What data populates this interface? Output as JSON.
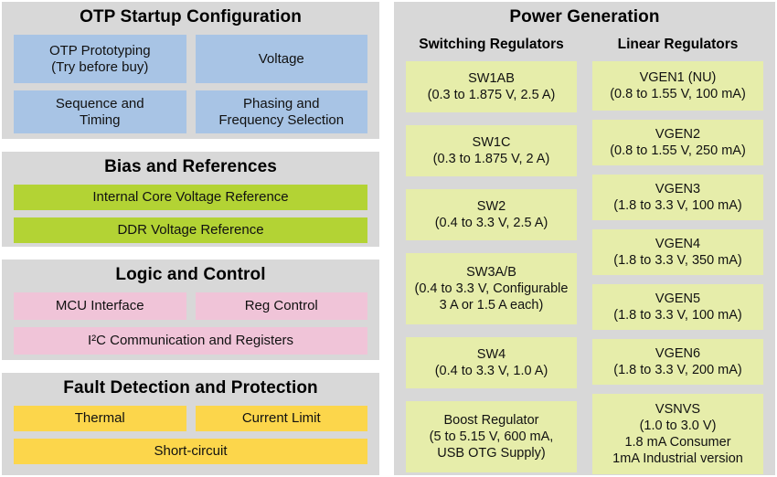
{
  "left_sections": [
    {
      "title": "OTP Startup Configuration",
      "boxes": [
        {
          "label": "OTP Prototyping\n(Try before buy)"
        },
        {
          "label": "Voltage"
        },
        {
          "label": "Sequence and\nTiming"
        },
        {
          "label": "Phasing and\nFrequency Selection"
        }
      ]
    },
    {
      "title": "Bias and References",
      "boxes": [
        {
          "label": "Internal Core Voltage Reference"
        },
        {
          "label": "DDR Voltage Reference"
        }
      ]
    },
    {
      "title": "Logic and Control",
      "boxes": [
        {
          "label": "MCU Interface"
        },
        {
          "label": "Reg Control"
        },
        {
          "label": "I²C Communication and Registers"
        }
      ]
    },
    {
      "title": "Fault Detection and Protection",
      "boxes": [
        {
          "label": "Thermal"
        },
        {
          "label": "Current Limit"
        },
        {
          "label": "Short-circuit"
        }
      ]
    }
  ],
  "power_generation": {
    "title": "Power Generation",
    "switching": {
      "header": "Switching Regulators",
      "boxes": [
        {
          "name": "SW1AB",
          "spec": "(0.3 to 1.875 V, 2.5 A)"
        },
        {
          "name": "SW1C",
          "spec": "(0.3 to 1.875 V, 2 A)"
        },
        {
          "name": "SW2",
          "spec": "(0.4 to 3.3 V, 2.5 A)"
        },
        {
          "name": "SW3A/B",
          "spec": "(0.4 to 3.3 V, Configurable\n3 A or 1.5 A each)"
        },
        {
          "name": "SW4",
          "spec": "(0.4 to 3.3 V, 1.0 A)"
        },
        {
          "name": "Boost Regulator",
          "spec": "(5 to 5.15 V, 600 mA,\nUSB OTG Supply)"
        }
      ]
    },
    "linear": {
      "header": "Linear Regulators",
      "boxes": [
        {
          "name": "VGEN1 (NU)",
          "spec": "(0.8 to 1.55 V, 100 mA)"
        },
        {
          "name": "VGEN2",
          "spec": "(0.8 to 1.55 V, 250 mA)"
        },
        {
          "name": "VGEN3",
          "spec": "(1.8 to 3.3 V, 100 mA)"
        },
        {
          "name": "VGEN4",
          "spec": "(1.8 to 3.3 V, 350 mA)"
        },
        {
          "name": "VGEN5",
          "spec": "(1.8 to 3.3 V, 100 mA)"
        },
        {
          "name": "VGEN6",
          "spec": "(1.8 to 3.3 V, 200 mA)"
        },
        {
          "name": "VSNVS",
          "spec": "(1.0 to 3.0 V)\n1.8 mA Consumer\n1mA Industrial version"
        }
      ]
    }
  },
  "colors": {
    "page_bg": "#ffffff",
    "panel_bg": "#d8d8d8",
    "otp_box": "#a8c4e5",
    "bias_box": "#b3d334",
    "logic_box": "#f0c4d8",
    "fault_box": "#fcd64b",
    "power_box": "#e6edaa",
    "text": "#111111"
  }
}
